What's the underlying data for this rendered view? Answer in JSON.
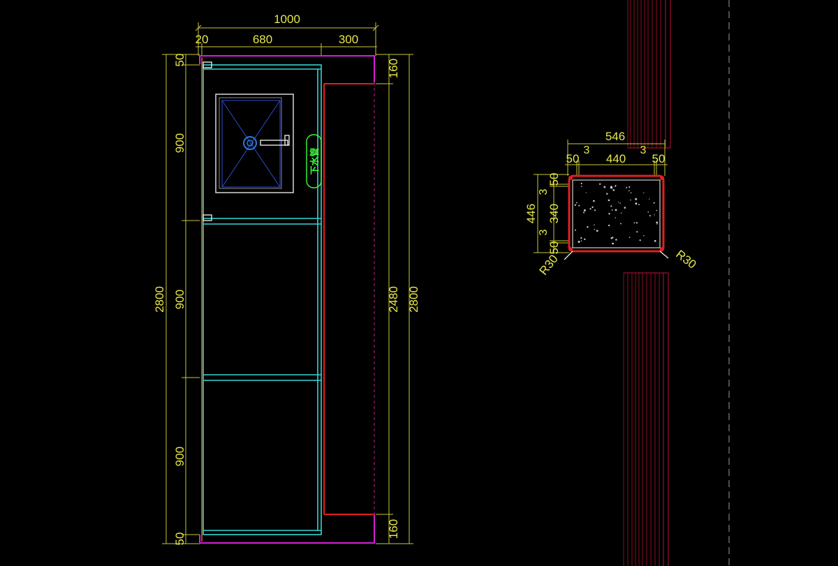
{
  "elevation": {
    "top_dims": {
      "total": "1000",
      "left": "20",
      "middle": "680",
      "right": "300"
    },
    "left_dims": {
      "top": "50",
      "seg1": "900",
      "total": "2800",
      "seg2": "900",
      "seg3": "900",
      "bottom": "50"
    },
    "right_dims": {
      "top": "160",
      "middle": "2480",
      "total": "2800",
      "bottom": "160"
    },
    "pipe_label": "下水管"
  },
  "section": {
    "top_total": "546",
    "top_gap_left": "3",
    "top_gap_right": "3",
    "top_left": "50",
    "top_middle": "440",
    "top_right": "50",
    "left_total": "446",
    "left_top": "50",
    "left_gap_top": "3",
    "left_middle": "340",
    "left_gap_bottom": "3",
    "left_bottom": "50",
    "radius_left": "R30",
    "radius_right": "R30"
  }
}
